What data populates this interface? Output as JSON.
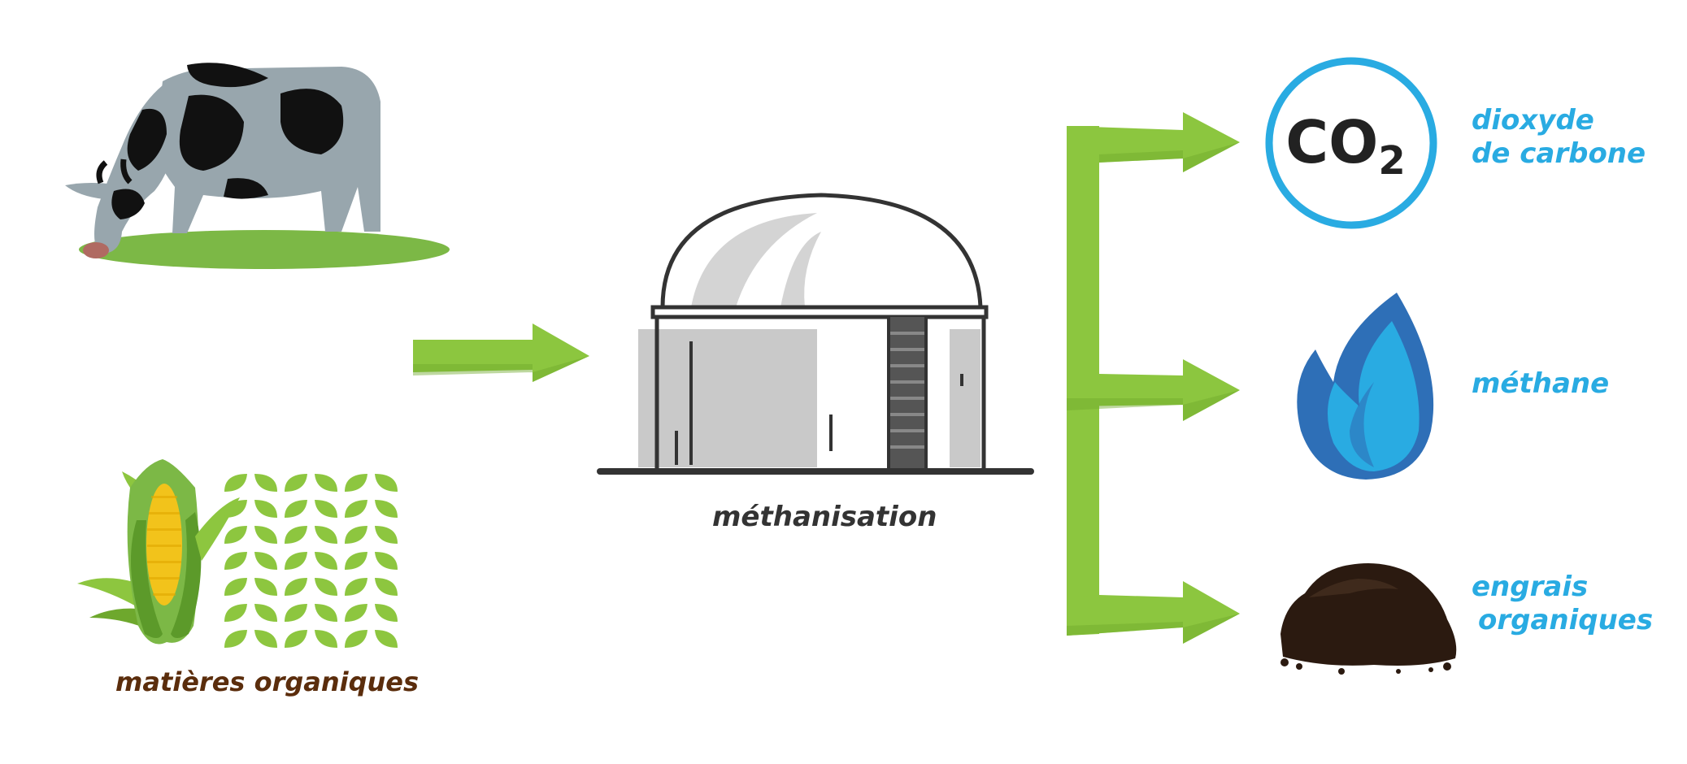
{
  "colors": {
    "arrow_green": "#8cc63f",
    "arrow_green_dark": "#6ea82d",
    "grass_green": "#7cb846",
    "leaf_green": "#8dc63f",
    "cow_gray": "#98a6ad",
    "cow_black": "#111111",
    "cyan": "#29abe2",
    "brown_label": "#5b2d0c",
    "process_label": "#333333",
    "flame_dark": "#2e6fb7",
    "flame_light": "#29abe2",
    "soil": "#2b1a10"
  },
  "icons": [
    "cow-icon",
    "corn-icon",
    "leaves-icon",
    "biodigester-icon",
    "co2-badge-icon",
    "flame-icon",
    "soil-icon"
  ],
  "input": {
    "label": "matières organiques"
  },
  "process": {
    "label": "méthanisation"
  },
  "outputs": {
    "co2": {
      "badge_main": "CO",
      "badge_sub": "2",
      "label_line1": "dioxyde",
      "label_line2": "de carbone"
    },
    "methane": {
      "label": "méthane"
    },
    "fertilizer": {
      "label_line1": "engrais",
      "label_line2": "organiques"
    }
  }
}
